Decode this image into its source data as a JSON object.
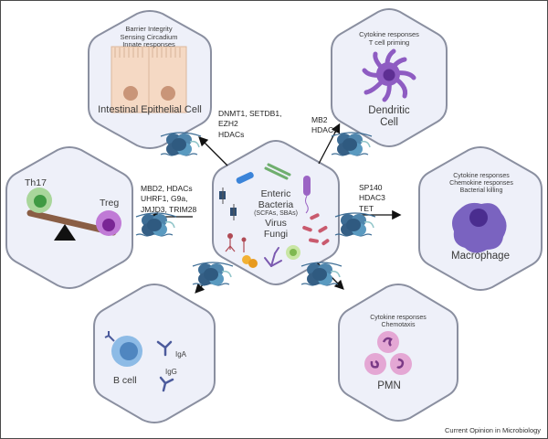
{
  "figure": {
    "caption": "Current Opinion in Microbiology",
    "hexagon_fill": "#eef0f9",
    "hexagon_stroke": "#8a8fa0"
  },
  "center": {
    "lines": [
      "Enteric",
      "Bacteria"
    ],
    "subline": "(SCFAs, SBAs)",
    "lines2": [
      "Virus",
      "Fungi"
    ]
  },
  "cells": {
    "epithelial": {
      "name": "Intestinal Epithelial Cell",
      "functions": [
        "Barrier Integrity",
        "Sensing Circadium",
        "Innate responses"
      ],
      "regulators": [
        "DNMT1, SETDB1,",
        "EZH2",
        "HDACs"
      ]
    },
    "dendritic": {
      "name_lines": [
        "Dendritic",
        "Cell"
      ],
      "functions": [
        "Cytokine responses",
        "T cell priming"
      ],
      "regulators": [
        "MB2",
        "HDACs"
      ]
    },
    "tcell": {
      "left_label": "Th17",
      "right_label": "Treg",
      "regulators": [
        "MBD2, HDACs",
        "UHRF1, G9a,",
        "JMJD3, TRIM28"
      ]
    },
    "macrophage": {
      "name": "Macrophage",
      "functions": [
        "Cytokine responses",
        "Chemokine responses",
        "Bacterial killing"
      ],
      "regulators": [
        "SP140",
        "HDAC3",
        "TET"
      ]
    },
    "bcell": {
      "name": "B cell",
      "antibodies": [
        "IgA",
        "IgG"
      ]
    },
    "pmn": {
      "name": "PMN",
      "functions": [
        "Cytokine responses",
        "Chemotaxis"
      ]
    }
  },
  "colors": {
    "epithelial_cell": "#f5d9c4",
    "epithelial_nucleus": "#c99578",
    "dendritic": "#8e5cc2",
    "macrophage": "#7a63c0",
    "th17": "#7fbf6e",
    "treg": "#a54fbf",
    "seesaw": "#8a5e45",
    "bcell": "#6fa6d8",
    "antibody": "#4c5b9c",
    "pmn": "#d08ac0",
    "nucleosome": "#3d6d95"
  }
}
